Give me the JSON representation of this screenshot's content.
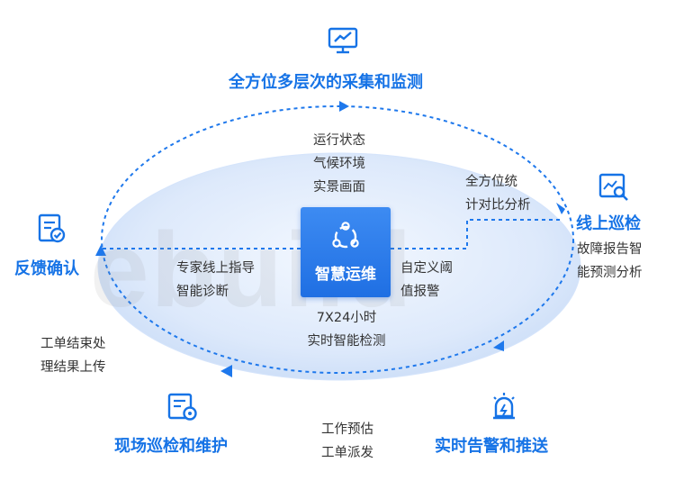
{
  "center": {
    "title": "智慧运维"
  },
  "top": {
    "title": "全方位多层次的采集和监测"
  },
  "right": {
    "title": "线上巡检",
    "desc": [
      "故障报告智",
      "能预测分析"
    ]
  },
  "bottom_right": {
    "title": "实时告警和推送"
  },
  "bottom_left": {
    "title": "现场巡检和维护"
  },
  "left": {
    "title": "反馈确认"
  },
  "notes": {
    "top_center": [
      "运行状态",
      "气候环境",
      "实景画面"
    ],
    "top_right": [
      "全方位统",
      "计对比分析"
    ],
    "left_center": [
      "专家线上指导",
      "智能诊断"
    ],
    "right_center": [
      "自定义阈",
      "值报警"
    ],
    "below_center": [
      "7X24小时",
      "实时智能检测"
    ],
    "left_low": [
      "工单结束处",
      "理结果上传"
    ],
    "bottom_center": [
      "工作预估",
      "工单派发"
    ]
  },
  "watermark": "ebuild",
  "colors": {
    "primary": "#1673e6",
    "ellipse_fill": "#e8f1fd",
    "text": "#333333"
  },
  "icons": {
    "top": "monitor-chart-icon",
    "right": "report-search-icon",
    "bottom_right": "alarm-light-icon",
    "bottom_left": "document-gear-icon",
    "left": "document-check-icon",
    "center": "share-network-icon"
  }
}
